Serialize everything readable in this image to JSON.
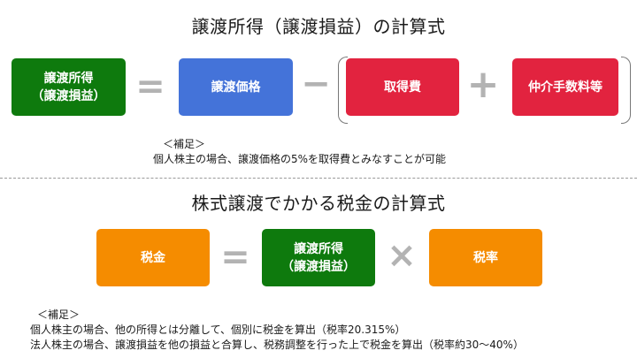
{
  "section1": {
    "title": "譲渡所得（譲渡損益）の計算式",
    "boxes": {
      "transfer_income_line1": "譲渡所得",
      "transfer_income_line2": "（譲渡損益）",
      "transfer_price": "譲渡価格",
      "acquisition_cost": "取得費",
      "brokerage_fees": "仲介手数料等"
    },
    "operators": {
      "equals": "=",
      "minus": "−",
      "plus": "+"
    },
    "note": {
      "heading": "＜補足＞",
      "line1": "個人株主の場合、譲渡価格の5%を取得費とみなすことが可能"
    }
  },
  "section2": {
    "title": "株式譲渡でかかる税金の計算式",
    "boxes": {
      "tax": "税金",
      "transfer_income_line1": "譲渡所得",
      "transfer_income_line2": "（譲渡損益）",
      "tax_rate": "税率"
    },
    "operators": {
      "equals": "=",
      "times": "×"
    },
    "note": {
      "heading": "＜補足＞",
      "line1": "個人株主の場合、他の所得とは分離して、個別に税金を算出（税率20.315%）",
      "line2": "法人株主の場合、譲渡損益を他の損益と合算し、税務調整を行った上で税金を算出（税率約30〜40%）"
    }
  },
  "colors": {
    "green": "#0e7a0d",
    "blue": "#4473d9",
    "red": "#e2233f",
    "orange": "#f58c00",
    "operator_gray": "#b3b3b3"
  }
}
